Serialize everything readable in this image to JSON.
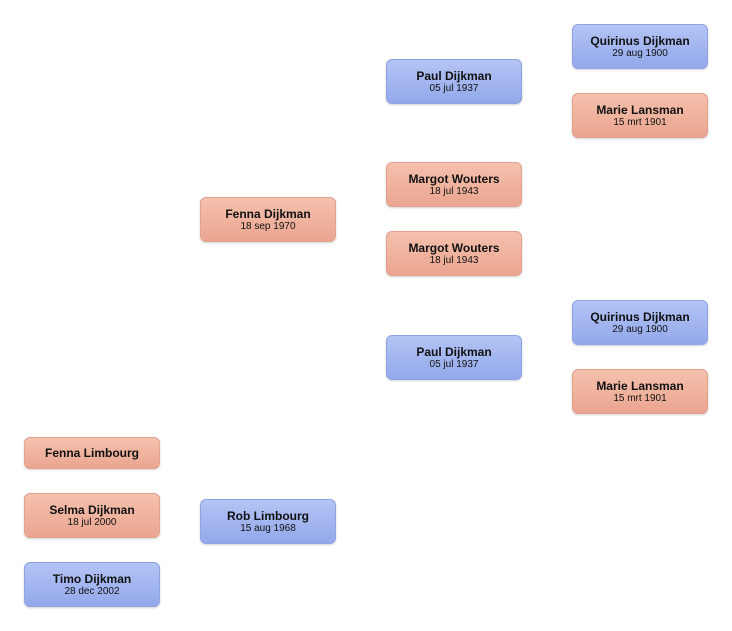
{
  "people": {
    "quirinus_1": {
      "name": "Quirinus Dijkman",
      "date": "29 aug 1900"
    },
    "marie_1": {
      "name": "Marie Lansman",
      "date": "15 mrt 1901"
    },
    "paul_1": {
      "name": "Paul Dijkman",
      "date": "05 jul 1937"
    },
    "margot_1": {
      "name": "Margot Wouters",
      "date": "18 jul 1943"
    },
    "fenna_d": {
      "name": "Fenna Dijkman",
      "date": "18 sep 1970"
    },
    "margot_2": {
      "name": "Margot Wouters",
      "date": "18 jul 1943"
    },
    "paul_2": {
      "name": "Paul Dijkman",
      "date": "05 jul 1937"
    },
    "quirinus_2": {
      "name": "Quirinus Dijkman",
      "date": "29 aug 1900"
    },
    "marie_2": {
      "name": "Marie Lansman",
      "date": "15 mrt 1901"
    },
    "fenna_l": {
      "name": "Fenna Limbourg"
    },
    "selma": {
      "name": "Selma Dijkman",
      "date": "18 jul 2000"
    },
    "rob": {
      "name": "Rob Limbourg",
      "date": "15 aug 1968"
    },
    "timo": {
      "name": "Timo Dijkman",
      "date": "28 dec 2002"
    }
  },
  "colors": {
    "male": "#a3b6f0",
    "female": "#f0b39f"
  }
}
